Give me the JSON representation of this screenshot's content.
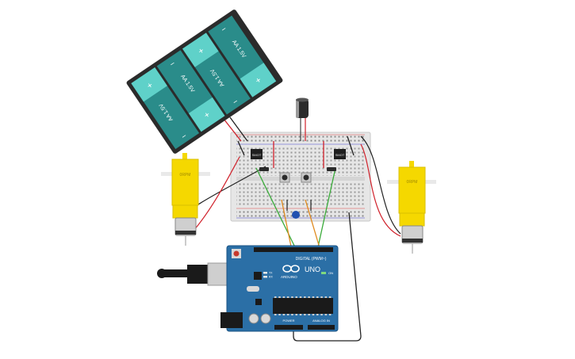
{
  "battery_pack": {
    "cells": [
      {
        "label": "AA 1.5V"
      },
      {
        "label": "AA 1.5V"
      },
      {
        "label": "AA 1.5V"
      },
      {
        "label": "AA 1.5V"
      }
    ],
    "plus": "+",
    "minus": "−"
  },
  "motors": {
    "left_label": "0RPM",
    "right_label": "0RPM"
  },
  "chips": {
    "left_label": "SMOT",
    "right_label": "SMOT"
  },
  "arduino": {
    "logo": "UNO",
    "brand": "ARDUINO",
    "digital_header": "DIGITAL (PWM~)",
    "power_header": "POWER",
    "analog_header": "ANALOG IN",
    "on_label": "ON",
    "tx_label": "TX",
    "rx_label": "RX"
  },
  "colors": {
    "battery_teal": "#2a8c8a",
    "battery_light": "#5fd1c9",
    "motor_yellow": "#f5d800",
    "arduino_blue": "#2b6fa6",
    "wire_red": "#d0202a",
    "wire_black": "#222222",
    "wire_green": "#3aab3a",
    "wire_orange": "#e08a1e"
  }
}
